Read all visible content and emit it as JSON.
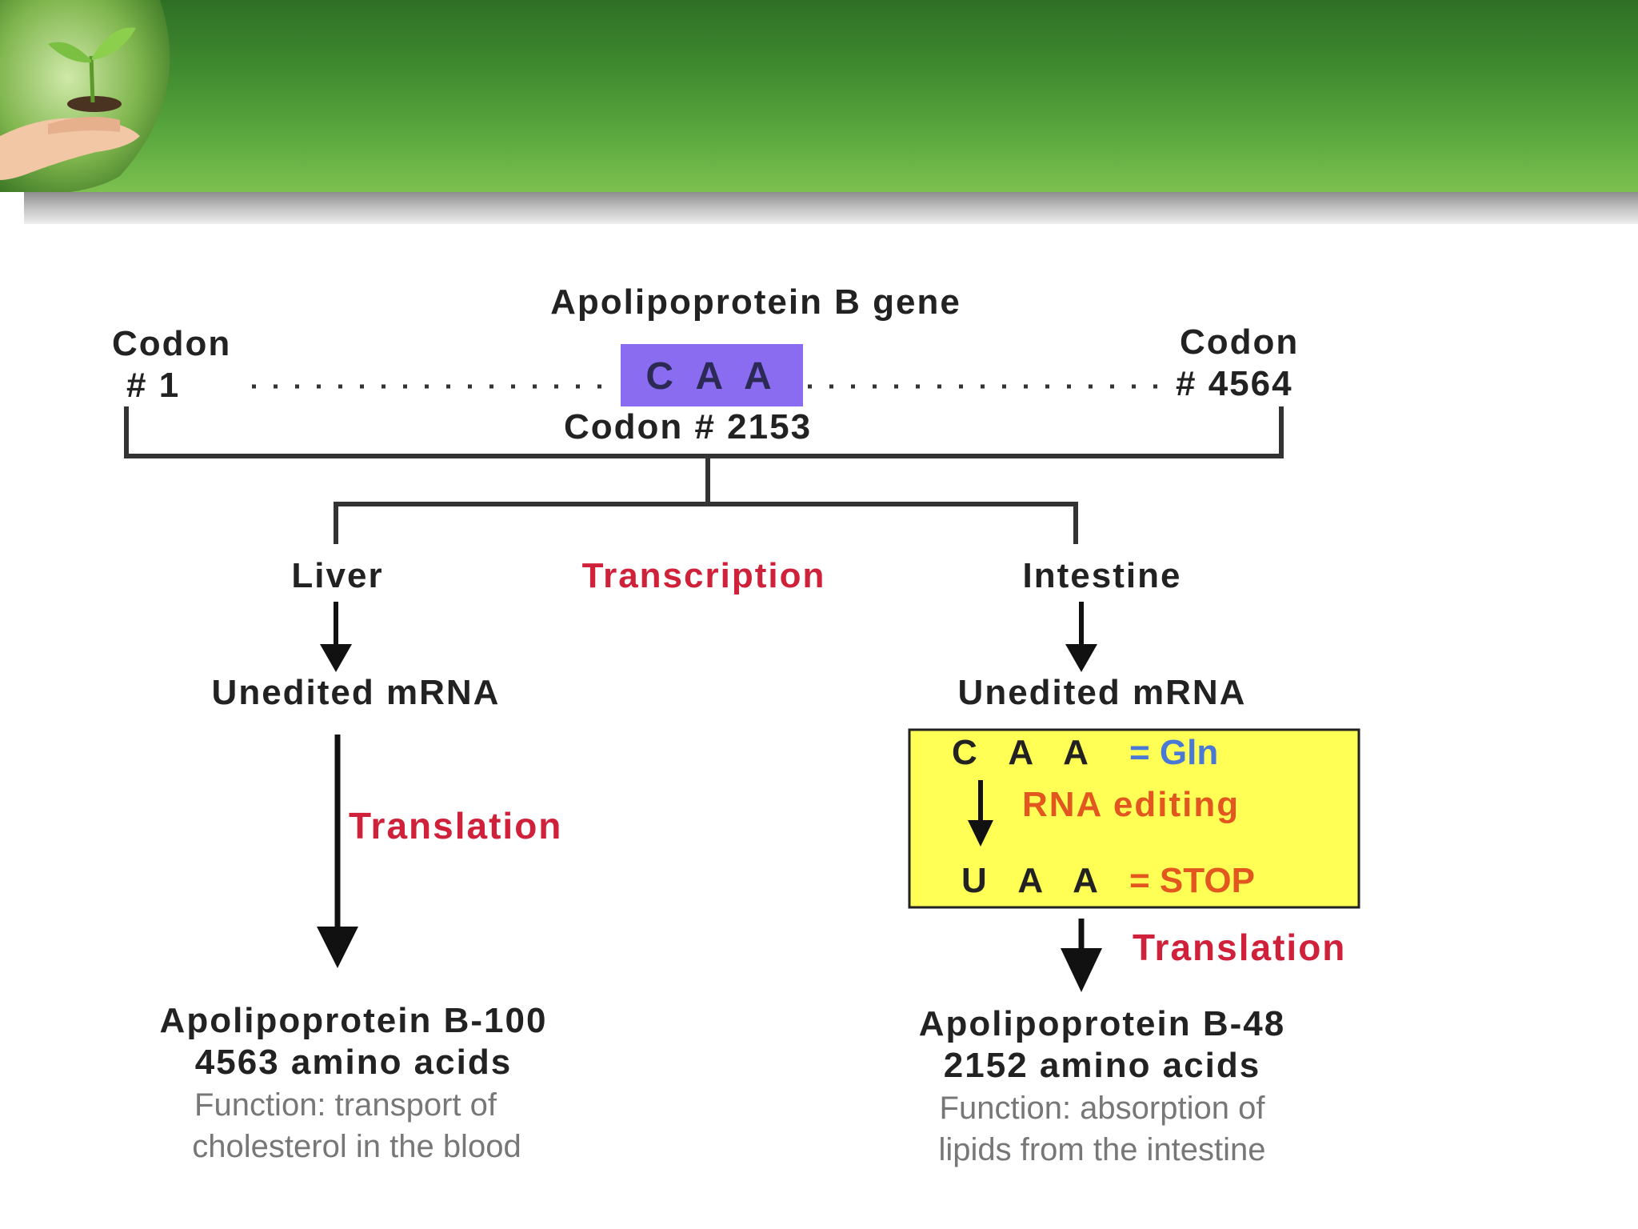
{
  "diagram": {
    "gene_title": "Apolipoprotein B gene",
    "codon_start_label": "Codon",
    "codon_start_number": "# 1",
    "codon_end_label": "Codon",
    "codon_end_number": "# 4564",
    "codon_box_text": "C A A",
    "codon_middle_label": "Codon # 2153",
    "transcription_label": "Transcription",
    "left_branch": {
      "tissue": "Liver",
      "mrna": "Unedited mRNA",
      "translation": "Translation",
      "protein": "Apolipoprotein B-100",
      "amino_acids": "4563 amino acids",
      "function_line1": "Function: transport of",
      "function_line2": "cholesterol in the blood"
    },
    "right_branch": {
      "tissue": "Intestine",
      "mrna": "Unedited mRNA",
      "edit_box": {
        "before_codon": "C A A",
        "before_meaning": "= Gln",
        "editing_label": "RNA editing",
        "after_codon": "U A A",
        "after_meaning": "= STOP"
      },
      "translation": "Translation",
      "protein": "Apolipoprotein B-48",
      "amino_acids": "2152 amino acids",
      "function_line1": "Function: absorption of",
      "function_line2": "lipids from the intestine"
    }
  },
  "colors": {
    "banner_green": "#3f8a2f",
    "highlight_purple": "#8a6cf0",
    "edit_box_yellow": "#ffff55",
    "label_red": "#d0213a"
  },
  "icons": {
    "logo": "seedling-in-hand-icon"
  }
}
